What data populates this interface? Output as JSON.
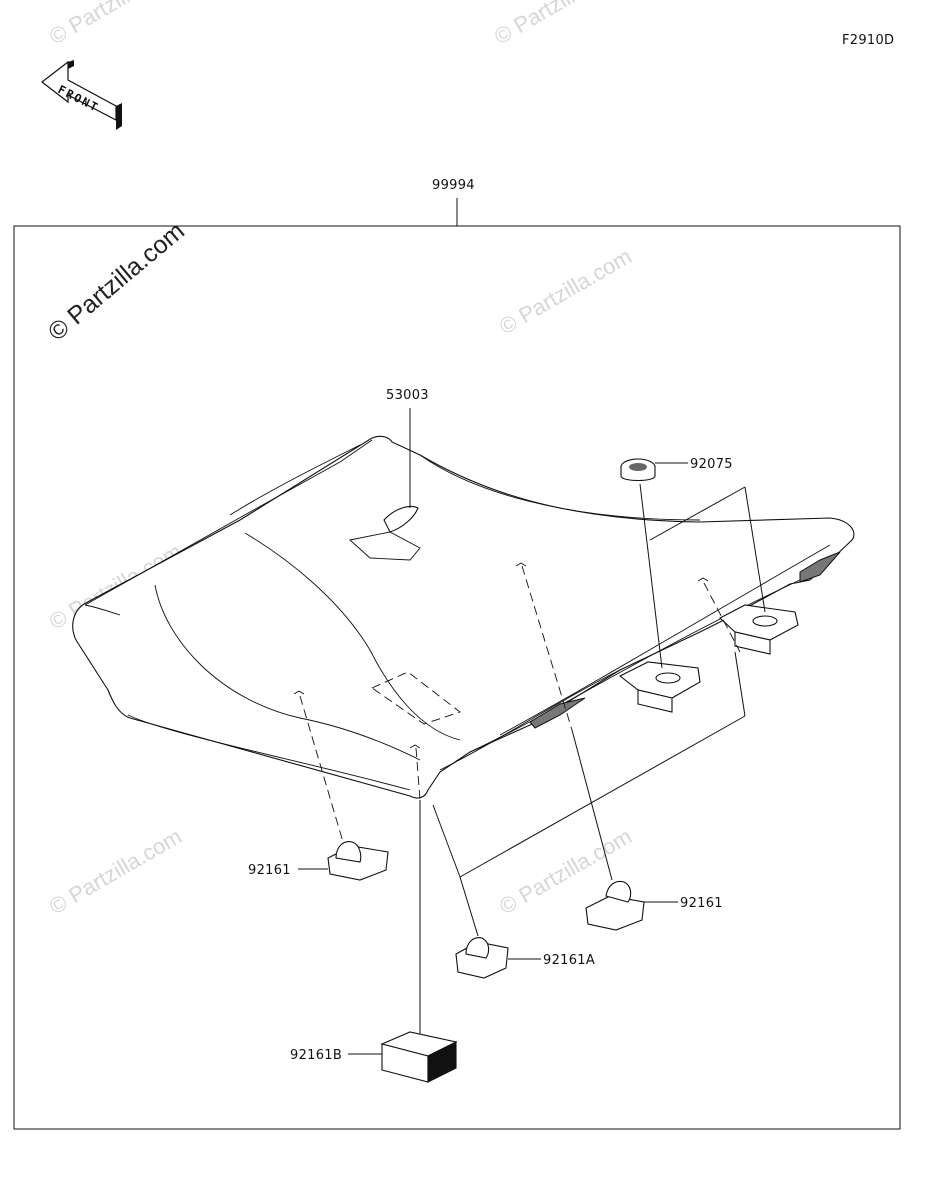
{
  "diagram": {
    "code": "F2910D",
    "front_label": "FRONT",
    "watermark_main": "© Partzilla.com",
    "watermark_faint": "© Partzilla.com",
    "parts": {
      "assembly": "99994",
      "seat_cover": "53003",
      "grommet": "92075",
      "damper_rear": "92161",
      "damper_left": "92161",
      "damper_a": "92161A",
      "damper_b": "92161B"
    }
  }
}
